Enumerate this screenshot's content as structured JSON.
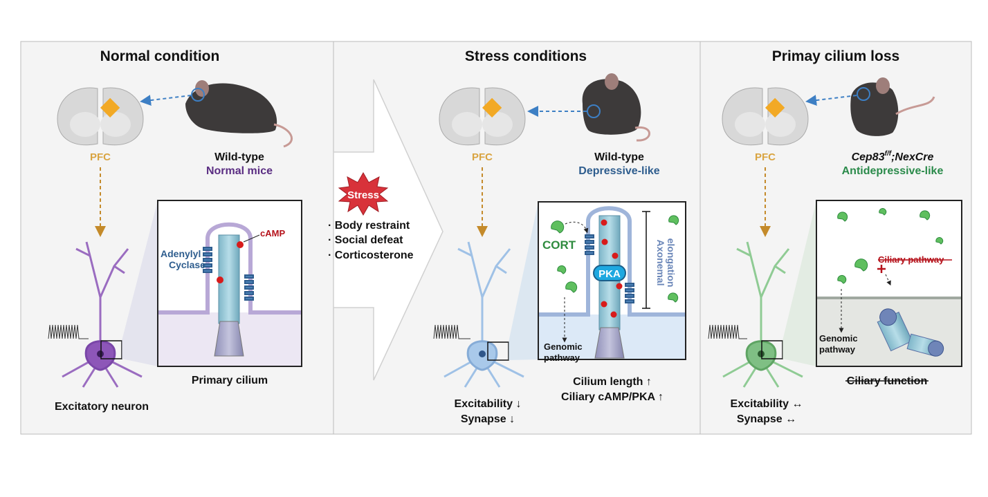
{
  "panels": {
    "normal": {
      "title": "Normal condition",
      "pfc_label": "PFC",
      "mouse_line1": "Wild-type",
      "mouse_line2": "Normal mice",
      "neuron_label": "Excitatory neuron",
      "cilium_caption": "Primary cilium",
      "camp_label": "cAMP",
      "adenylyl_label_1": "Adenylyl",
      "adenylyl_label_2": "Cyclase"
    },
    "stress": {
      "title": "Stress conditions",
      "pfc_label": "PFC",
      "mouse_line1": "Wild-type",
      "mouse_line2": "Depressive-like",
      "cort_label": "CORT",
      "pka_label": "PKA",
      "axonemal_label_1": "Axonemal",
      "axonemal_label_2": "elongation",
      "genomic_label_1": "Genomic",
      "genomic_label_2": "pathway",
      "caption_line1": "Cilium length ↑",
      "caption_line2": "Ciliary cAMP/PKA ↑",
      "excitability": "Excitability ↓",
      "synapse": "Synapse ↓"
    },
    "loss": {
      "title": "Primay cilium loss",
      "pfc_label": "PFC",
      "mouse_line1_main": "Cep83",
      "mouse_line1_sup": "f/f",
      "mouse_line1_rest": ";NexCre",
      "mouse_line2": "Antidepressive-like",
      "ciliary_pathway": "Ciliary pathway",
      "genomic_label_1": "Genomic",
      "genomic_label_2": "pathway",
      "ciliary_function": "Ciliary function",
      "excitability": "Excitability ↔",
      "synapse": "Synapse ↔"
    }
  },
  "stress_block": {
    "badge": "Stress",
    "items": [
      "· Body restraint",
      "· Social defeat",
      "· Corticosterone"
    ]
  },
  "colors": {
    "pfc": "#d9a441",
    "normal_purple": "#5a2d82",
    "depressive_blue": "#2e5d8e",
    "antidepressive_green": "#2a8a4a",
    "camp_red": "#b5121b",
    "stress_red": "#d8323a",
    "cort_green": "#2e8b3e"
  }
}
